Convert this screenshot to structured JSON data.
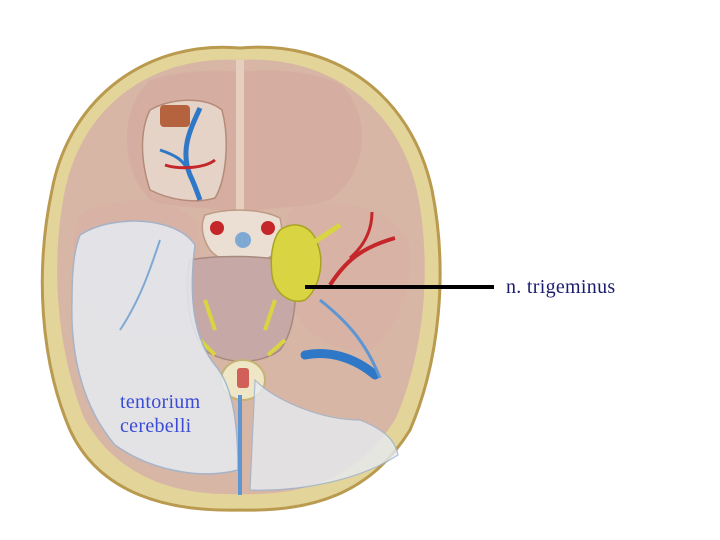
{
  "labels": {
    "trigeminus": "n. trigeminus",
    "tentorium_line1": "tentorium",
    "tentorium_line2": "cerebelli"
  },
  "colors": {
    "bone_rim": "#e3d49a",
    "dura": "#d9b9a8",
    "tentorium": "#dfe6ee",
    "artery": "#c4262a",
    "vein": "#2f78c8",
    "nerve": "#d9d441",
    "pointer": "#000000",
    "label_dark": "#1c1c6e",
    "label_blue": "#3a4bd6"
  }
}
